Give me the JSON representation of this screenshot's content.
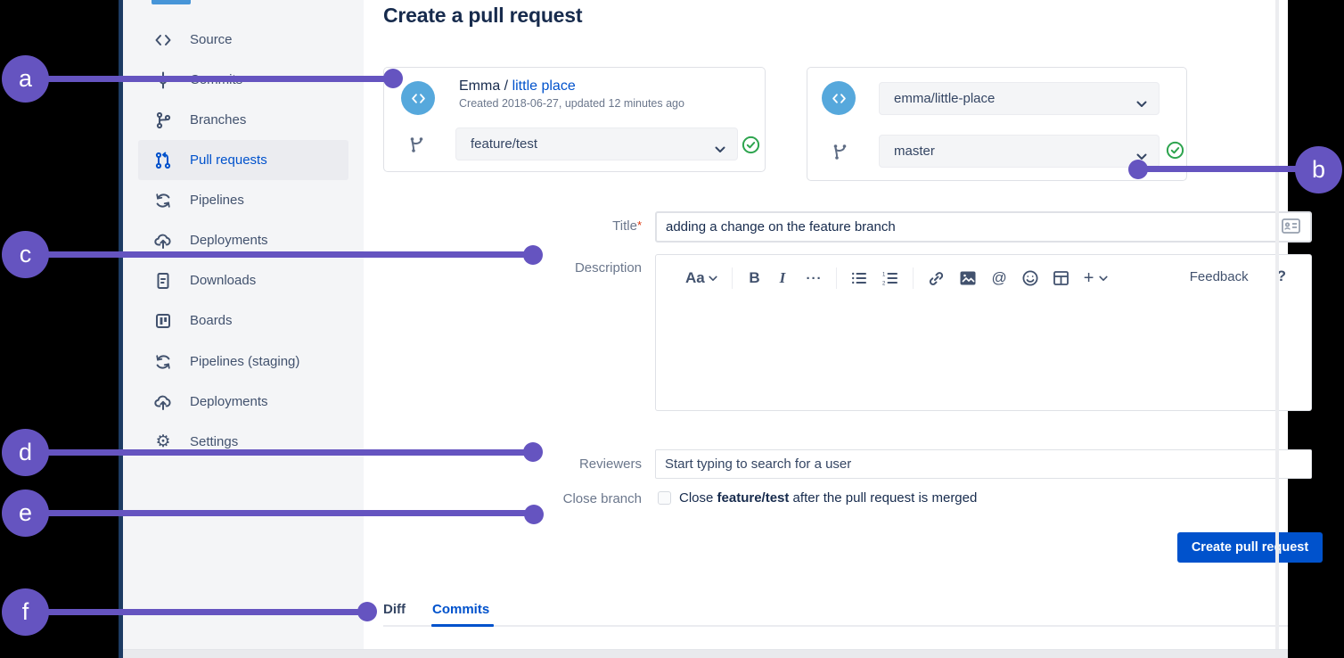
{
  "header": {
    "title": "Create a pull request"
  },
  "sidebar": {
    "items": [
      {
        "label": "Source",
        "icon": "code-icon",
        "selected": false
      },
      {
        "label": "Commits",
        "icon": "commit-icon",
        "selected": false
      },
      {
        "label": "Branches",
        "icon": "branch-icon",
        "selected": false
      },
      {
        "label": "Pull requests",
        "icon": "pull-request-icon",
        "selected": true
      },
      {
        "label": "Pipelines",
        "icon": "pipelines-icon",
        "selected": false
      },
      {
        "label": "Deployments",
        "icon": "deployments-cloud-icon",
        "selected": false
      },
      {
        "label": "Downloads",
        "icon": "downloads-file-icon",
        "selected": false
      },
      {
        "label": "Boards",
        "icon": "boards-icon",
        "selected": false
      },
      {
        "label": "Pipelines (staging)",
        "icon": "pipelines-icon",
        "selected": false
      },
      {
        "label": "Deployments",
        "icon": "deployments-cloud-icon",
        "selected": false
      },
      {
        "label": "Settings",
        "icon": "gear-icon",
        "selected": false
      }
    ]
  },
  "source_card": {
    "avatar_icon": "code-avatar-icon",
    "repo_owner": "Emma / ",
    "repo_name": "little place",
    "meta": "Created 2018-06-27, updated 12 minutes ago",
    "branch_value": "feature/test",
    "status_icon": "check-circle-icon"
  },
  "dest_card": {
    "avatar_icon": "code-avatar-icon",
    "repo_value": "emma/little-place",
    "branch_value": "master",
    "status_icon": "check-circle-icon"
  },
  "form": {
    "title_label": "Title",
    "required_mark": "*",
    "title_value": "adding a change on the feature branch",
    "description_label": "Description",
    "reviewers_label": "Reviewers",
    "reviewers_placeholder": "Start typing to search for a user",
    "close_branch_label": "Close branch",
    "close_prefix": "Close ",
    "close_branch_name": "feature/test",
    "close_suffix": " after the pull request is merged",
    "checkbox_checked": false,
    "submit_label": "Create pull request"
  },
  "editor": {
    "toolbar_text": {
      "aa": "Aa",
      "bold": "B",
      "italic": "I",
      "more": "···",
      "mention": "@",
      "plus": "+"
    },
    "toolbar_icons": [
      "text-style-icon",
      "bold-icon",
      "italic-icon",
      "more-formatting-icon",
      "bullet-list-icon",
      "numbered-list-icon",
      "link-icon",
      "image-icon",
      "mention-icon",
      "emoji-icon",
      "table-icon",
      "insert-plus-icon"
    ],
    "feedback_label": "Feedback",
    "help_label": "?"
  },
  "tabs": {
    "diff": "Diff",
    "commits": "Commits",
    "active": "Commits"
  },
  "annotations": {
    "letters": [
      "a",
      "b",
      "c",
      "d",
      "e",
      "f"
    ],
    "color": "#6554C0"
  },
  "colors": {
    "accent_purple": "#6554C0",
    "link_blue": "#0052CC",
    "button_blue": "#0052CC",
    "success_green": "#2DA44E",
    "avatar_blue": "#56A8DC",
    "sidebar_bg": "#F4F5F7",
    "heading_text": "#172B4D"
  }
}
